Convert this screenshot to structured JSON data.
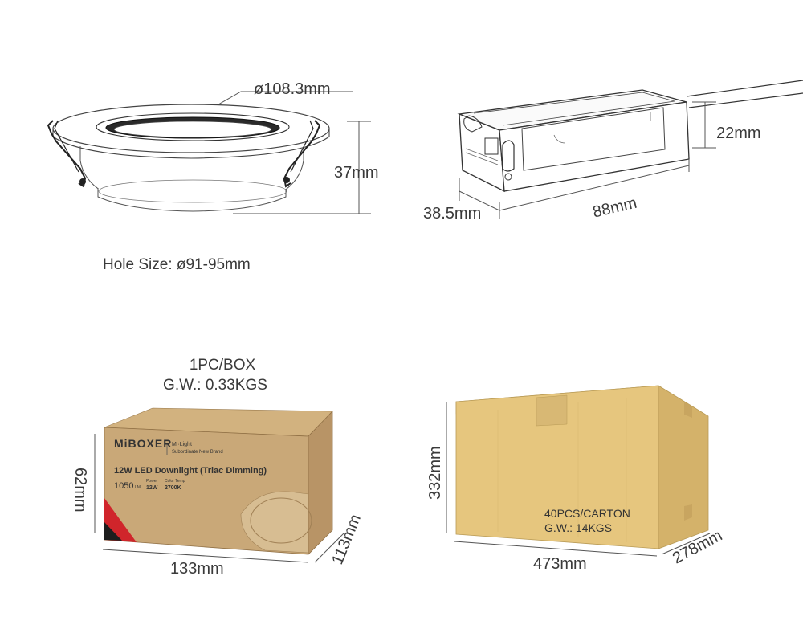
{
  "downlight": {
    "diameter": "ø108.3mm",
    "height": "37mm",
    "hole_size": "Hole Size: ø91-95mm"
  },
  "driver": {
    "height": "22mm",
    "width": "38.5mm",
    "length": "88mm"
  },
  "retail_box": {
    "packing": "1PC/BOX",
    "weight": "G.W.: 0.33KGS",
    "height": "62mm",
    "length": "133mm",
    "depth": "113mm",
    "brand": "MiBOXER",
    "brand_line1": "Mi·Light",
    "brand_line2": "Subordinate New Brand",
    "product_name": "12W LED Downlight (Triac Dimming)",
    "lumen": "1050",
    "lumen_unit": "LM",
    "power_label": "Power",
    "power_value": "12W",
    "color_temp_label": "Color Temp",
    "color_temp_value": "2700K"
  },
  "carton": {
    "height": "332mm",
    "length": "473mm",
    "depth": "278mm",
    "packing": "40PCS/CARTON",
    "weight": "G.W.: 14KGS"
  },
  "colors": {
    "kraft": "#c9a878",
    "kraft_dark": "#a8875a",
    "carton": "#e6c67e",
    "carton_side": "#d4b26a",
    "accent_red": "#d0252b"
  }
}
